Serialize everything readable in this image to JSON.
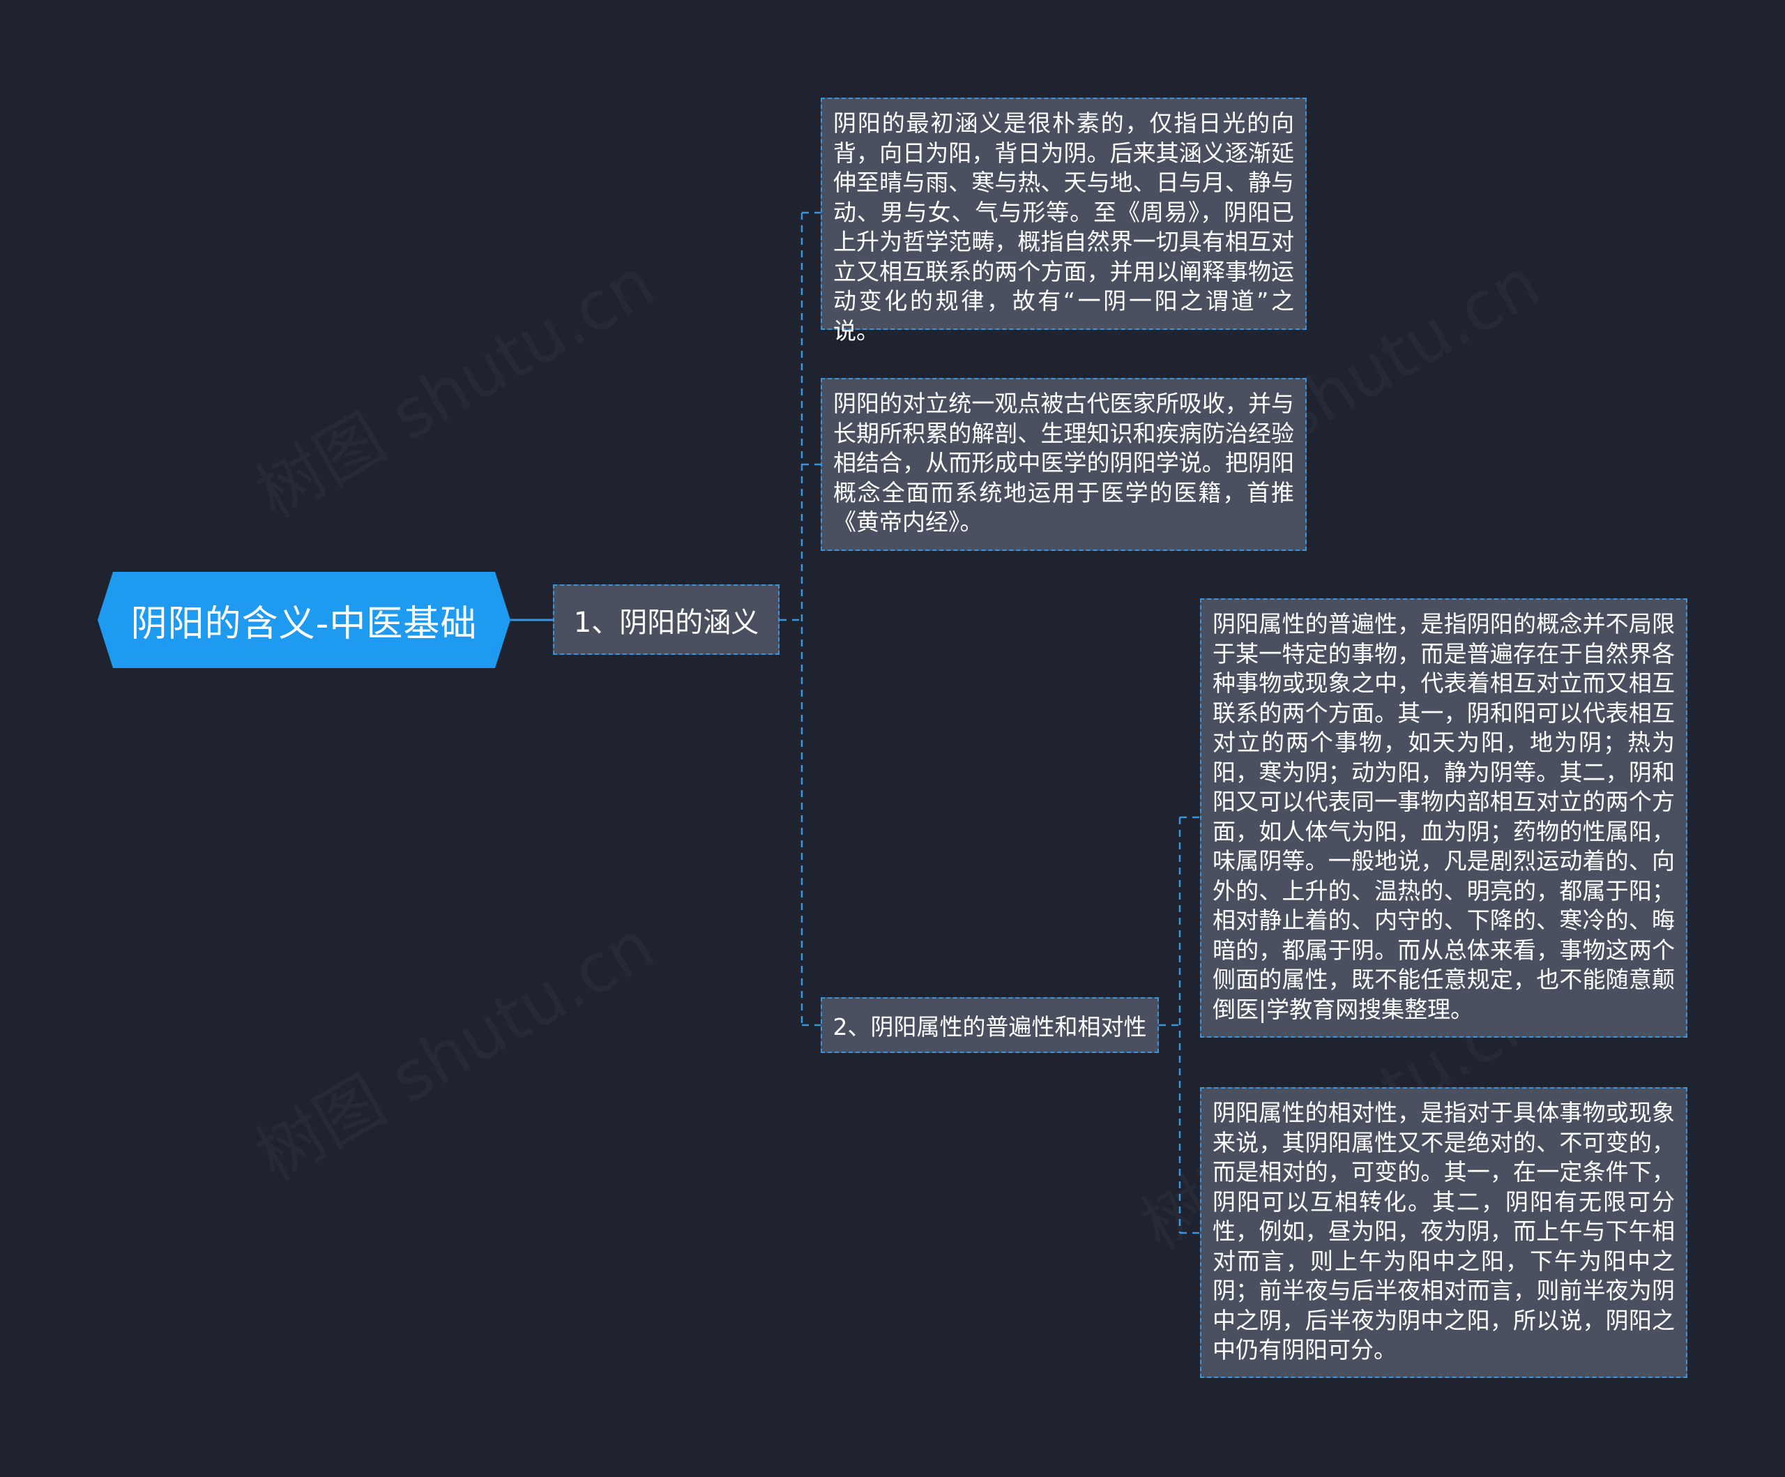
{
  "root": {
    "label": "阴阳的含义-中医基础"
  },
  "branches": [
    {
      "label": "1、阴阳的涵义",
      "children": [
        "阴阳的最初涵义是很朴素的，仅指日光的向背，向日为阳，背日为阴。后来其涵义逐渐延伸至晴与雨、寒与热、天与地、日与月、静与动、男与女、气与形等。至《周易》，阴阳已上升为哲学范畴，概指自然界一切具有相互对立又相互联系的两个方面，并用以阐释事物运动变化的规律，故有“一阴一阳之谓道”之说。",
        "阴阳的对立统一观点被古代医家所吸收，并与长期所积累的解剖、生理知识和疾病防治经验相结合，从而形成中医学的阴阳学说。把阴阳概念全面而系统地运用于医学的医籍，首推《黄帝内经》。"
      ]
    },
    {
      "label": "2、阴阳属性的普遍性和相对性",
      "children": [
        "阴阳属性的普遍性，是指阴阳的概念并不局限于某一特定的事物，而是普遍存在于自然界各种事物或现象之中，代表着相互对立而又相互联系的两个方面。其一，阴和阳可以代表相互对立的两个事物，如天为阳，地为阴；热为阳，寒为阴；动为阳，静为阴等。其二，阴和阳又可以代表同一事物内部相互对立的两个方面，如人体气为阳，血为阴；药物的性属阳，味属阴等。一般地说，凡是剧烈运动着的、向外的、上升的、温热的、明亮的，都属于阳；相对静止着的、内守的、下降的、寒冷的、晦暗的，都属于阴。而从总体来看，事物这两个侧面的属性，既不能任意规定，也不能随意颠倒医|学教育网搜集整理。",
        "阴阳属性的相对性，是指对于具体事物或现象来说，其阴阳属性又不是绝对的、不可变的，而是相对的，可变的。其一，在一定条件下，阴阳可以互相转化。其二，阴阳有无限可分性，例如，昼为阳，夜为阴，而上午与下午相对而言，则上午为阳中之阳，下午为阳中之阴；前半夜与后半夜相对而言，则前半夜为阴中之阴，后半夜为阴中之阳，所以说，阴阳之中仍有阴阳可分。"
      ]
    }
  ],
  "watermark": "树图 shutu.cn",
  "colors": {
    "background": "#1f2330",
    "root": "#1e9bf0",
    "node": "#4a5060",
    "line": "#3a95df"
  }
}
